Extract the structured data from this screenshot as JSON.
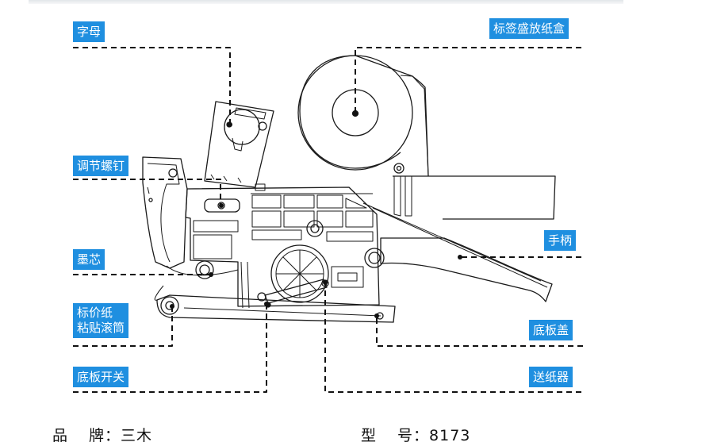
{
  "labels": {
    "letters": "字母",
    "label_box": "标签盛放纸盒",
    "adjust_screw": "调节螺钉",
    "handle": "手柄",
    "ink_core": "墨芯",
    "price_roller_line1": "标价纸",
    "price_roller_line2": "粘贴滚筒",
    "base_cover": "底板盖",
    "base_switch": "底板开关",
    "feeder": "送纸器"
  },
  "specs": {
    "brand_label_a": "品",
    "brand_label_b": "牌",
    "brand_value": "：三木",
    "model_label_a": "型",
    "model_label_b": "号",
    "model_value": "：8173"
  },
  "colors": {
    "label_bg": "#1f8fe0",
    "line": "#111111"
  }
}
